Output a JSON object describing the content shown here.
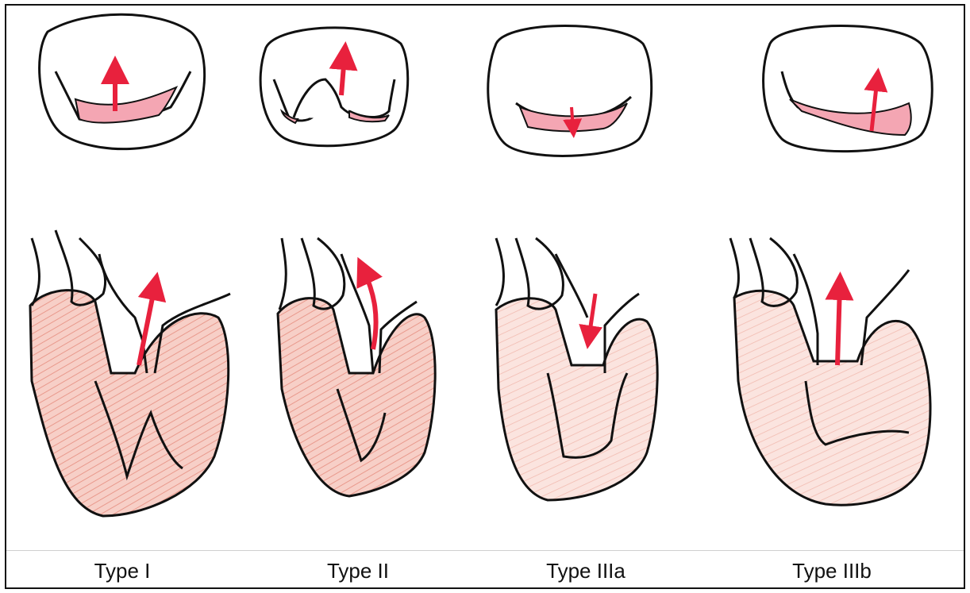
{
  "panels": [
    {
      "label": "Type I",
      "motion": "excessive-up",
      "fill": "#f7b8bf"
    },
    {
      "label": "Type II",
      "motion": "prolapse-up",
      "fill": "#f7b8bf"
    },
    {
      "label": "Type IIIa",
      "motion": "restricted-down",
      "fill": "#f7b8bf"
    },
    {
      "label": "Type IIIb",
      "motion": "restricted-up",
      "fill": "#f7b8bf"
    }
  ],
  "colors": {
    "outline": "#111111",
    "leaflet": "#f4a6b3",
    "myocardium": "#f2b2a8",
    "arrow": "#e8213d"
  }
}
